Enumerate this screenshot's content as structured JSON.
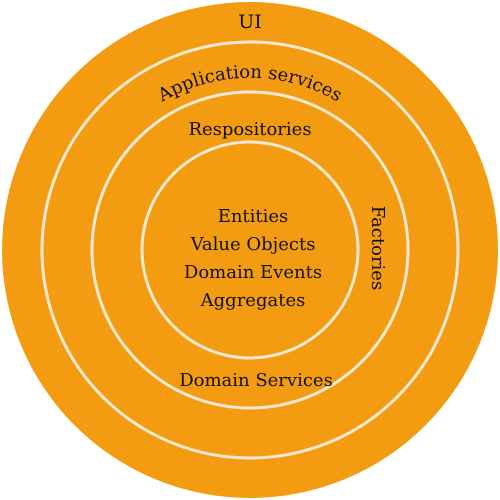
{
  "colors": {
    "background": "#ffffff",
    "circle_fill": "#f39c11",
    "ring_stroke": "#f7e9d2",
    "text": "#111111"
  },
  "layers": {
    "outer": "UI",
    "application": "Application services",
    "repositories": "Respositories",
    "factories": "Factories",
    "domain_services": "Domain Services"
  },
  "core": {
    "items": [
      "Entities",
      "Value Objects",
      "Domain Events",
      "Aggregates"
    ]
  }
}
